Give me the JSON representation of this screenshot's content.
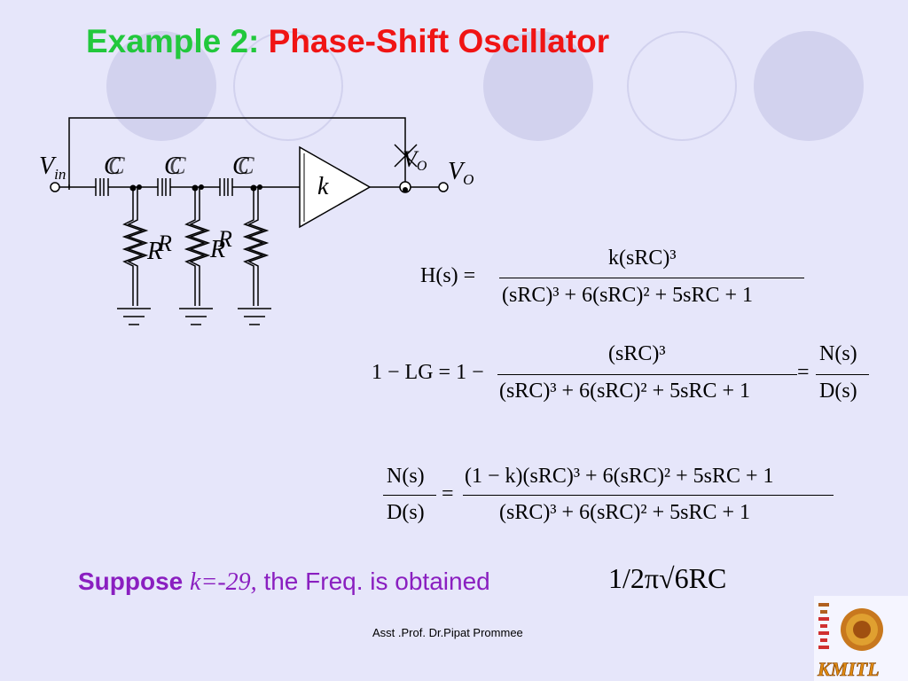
{
  "slide": {
    "title_prefix": "Example 2:",
    "title_main": "Phase-Shift Oscillator",
    "footer": "Asst .Prof. Dr.Pipat Prommee"
  },
  "circuit": {
    "vin_symbol": "V",
    "vin_sub": "in",
    "vo_symbol": "V",
    "vo_sub": "O",
    "gain_label": "k",
    "capacitor_label": "C",
    "resistor_label": "R"
  },
  "equations": {
    "eq1_lhs": "H(s) =",
    "eq1_num": "k(sRC)³",
    "eq1_den": "(sRC)³ + 6(sRC)² + 5sRC + 1",
    "eq2_lhs": "1 − LG = 1 −",
    "eq2_num": "(sRC)³",
    "eq2_den": "(sRC)³ + 6(sRC)² + 5sRC + 1",
    "eq2_rhs_eq": "=",
    "eq2_rhs_num": "N(s)",
    "eq2_rhs_den": "D(s)",
    "eq3_lhs_num": "N(s)",
    "eq3_lhs_den": "D(s)",
    "eq3_eq": "=",
    "eq3_num": "(1 − k)(sRC)³ + 6(sRC)² + 5sRC + 1",
    "eq3_den": "(sRC)³ + 6(sRC)² + 5sRC + 1"
  },
  "statement": {
    "suppose": "Suppose",
    "k_value": "k=-29,",
    "rest": " the Freq. is obtained",
    "frequency": "1/2π√6RC"
  },
  "logo": {
    "text": "KMITL"
  },
  "colors": {
    "background": "#e6e6fa",
    "circle": "#d2d2ee",
    "title_prefix": "#22c83c",
    "title_main": "#f01414",
    "statement": "#8a1fc0"
  }
}
